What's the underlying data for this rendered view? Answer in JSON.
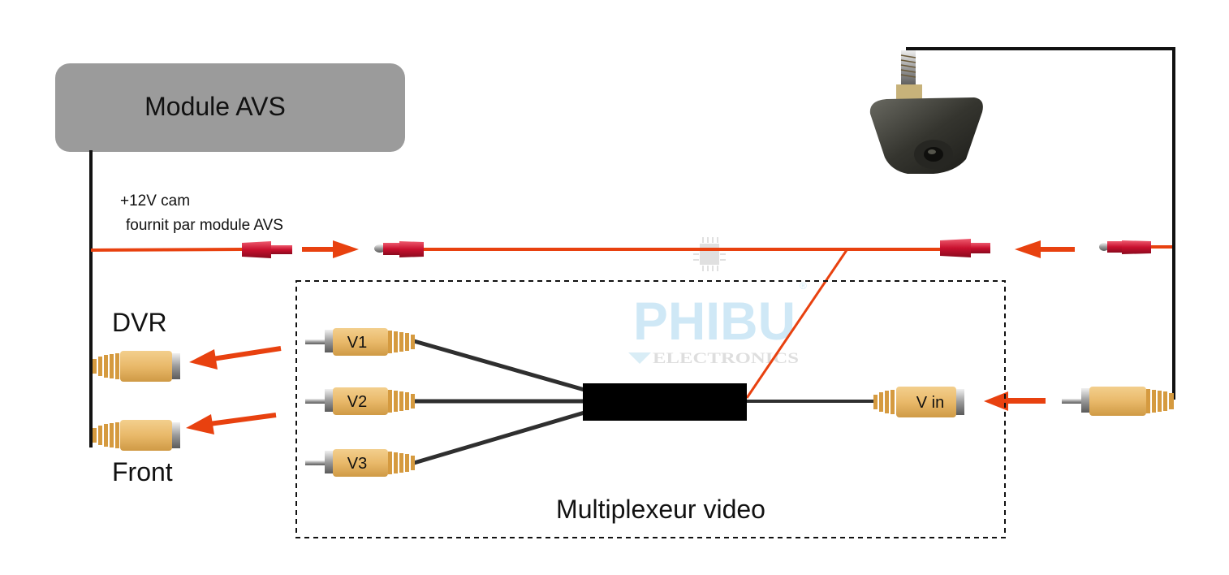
{
  "module": {
    "title": "Module AVS"
  },
  "power": {
    "line1": "+12V cam",
    "line2": "fournit par module AVS"
  },
  "outputs": {
    "top": "DVR",
    "bottom": "Front"
  },
  "multiplexer": {
    "title": "Multiplexeur video",
    "inputs": [
      "V1",
      "V2",
      "V3"
    ],
    "video_in": "V in"
  },
  "watermark": {
    "brand": "PHIBU",
    "sub": "ELECTRONICS",
    "mark": "®"
  },
  "colors": {
    "wire_red": "#e8410f",
    "rca_body": "#e9b96a",
    "rca_ribs": "#d9a24a",
    "module_box": "#9b9b9b",
    "watermark": "#bfe1f3",
    "cable": "#2f2f2f",
    "connector_red": "#c8102e"
  },
  "icons": [
    "rear-camera-icon",
    "rca-plug-icon",
    "rca-jack-icon",
    "spade-connector-icon",
    "arrow-icon"
  ]
}
